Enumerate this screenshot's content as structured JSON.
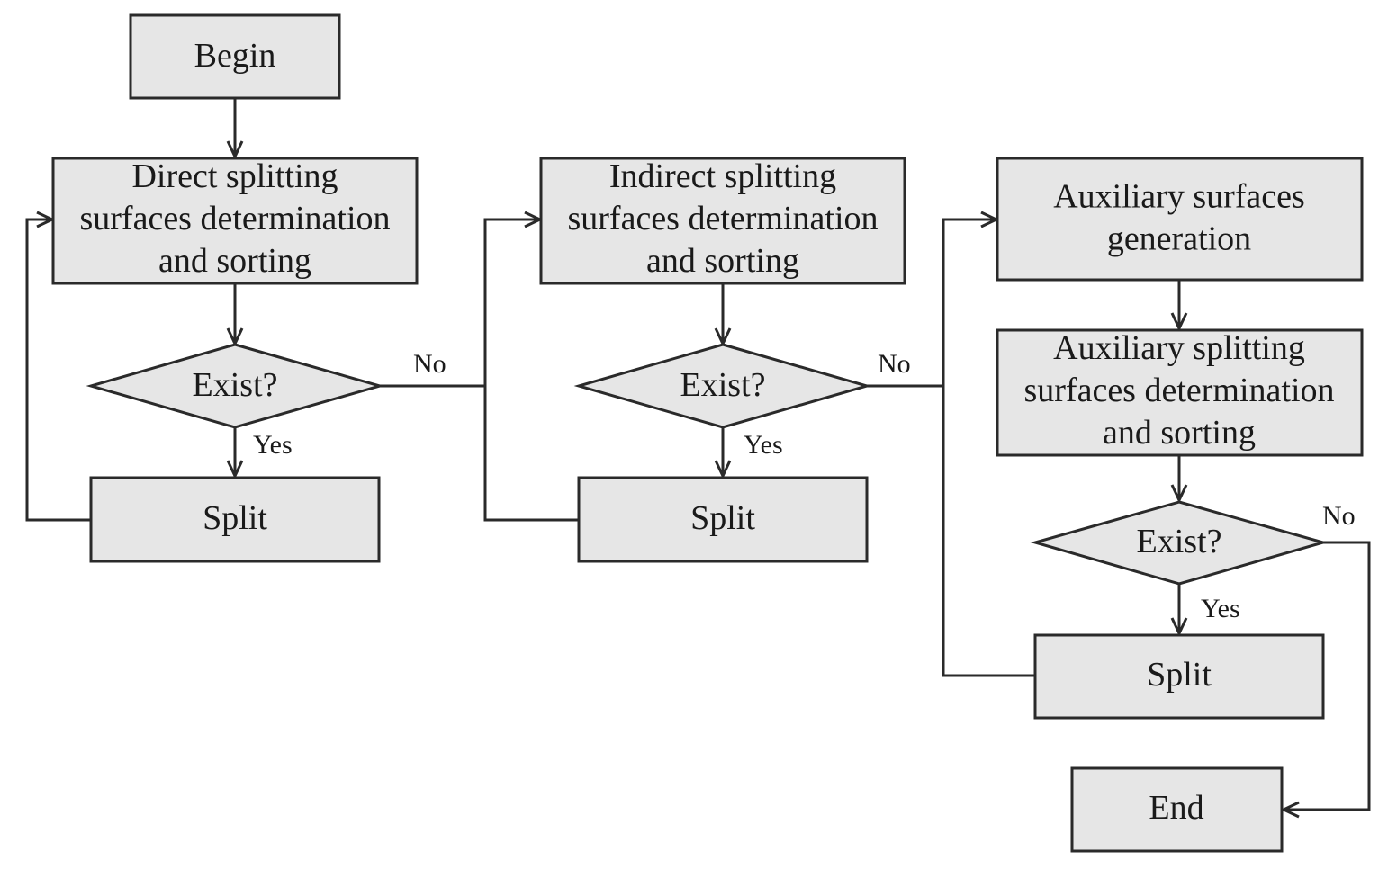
{
  "nodes": {
    "begin": [
      "Begin"
    ],
    "direct": [
      "Direct splitting",
      "surfaces determination",
      "and sorting"
    ],
    "exist1": [
      "Exist?"
    ],
    "split1": [
      "Split"
    ],
    "indirect": [
      "Indirect splitting",
      "surfaces determination",
      "and sorting"
    ],
    "exist2": [
      "Exist?"
    ],
    "split2": [
      "Split"
    ],
    "aux_gen": [
      "Auxiliary surfaces",
      "generation"
    ],
    "aux_split": [
      "Auxiliary splitting",
      "surfaces determination",
      "and sorting"
    ],
    "exist3": [
      "Exist?"
    ],
    "split3": [
      "Split"
    ],
    "end": [
      "End"
    ]
  },
  "edge_labels": {
    "exist1_no": "No",
    "exist1_yes": "Yes",
    "exist2_no": "No",
    "exist2_yes": "Yes",
    "exist3_no": "No",
    "exist3_yes": "Yes"
  },
  "colors": {
    "node_fill": "#e6e6e6",
    "stroke": "#2a2a2a",
    "text": "#1a1a1a"
  }
}
